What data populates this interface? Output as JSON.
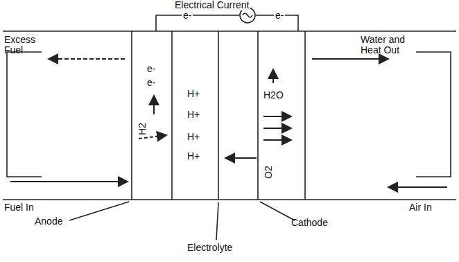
{
  "diagram": {
    "labels": [
      "Electrical Current",
      "e-",
      "e-",
      "Excess Fuel",
      "Water and Heat Out",
      "e-",
      "e-",
      "H2",
      "H+",
      "H+",
      "H+",
      "H+",
      "H2O",
      "O2",
      "Fuel In",
      "Air In",
      "Anode",
      "Electrolyte",
      "Cathode"
    ]
  }
}
